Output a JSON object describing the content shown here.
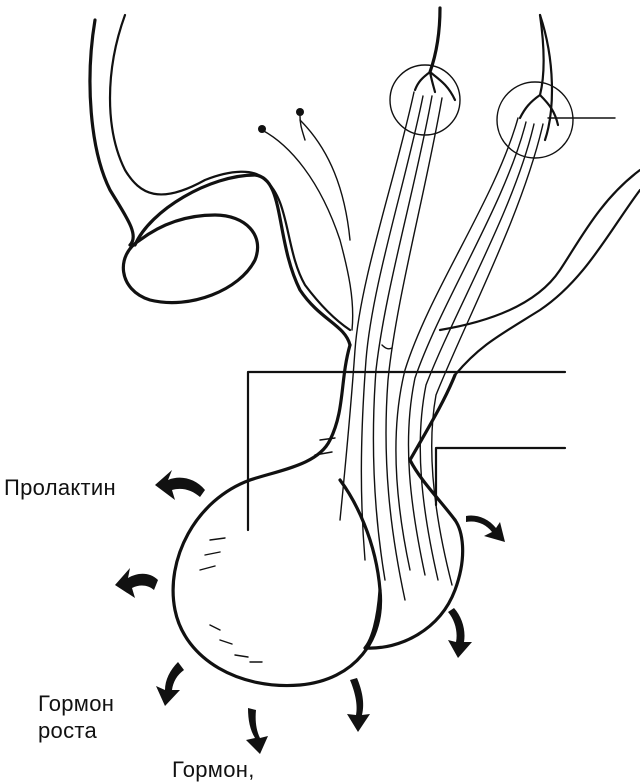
{
  "labels": {
    "prolactin": "Пролактин",
    "growth_hormone_line1": "Гормон",
    "growth_hormone_line2": "роста",
    "hormone_cut": "Гормон,"
  },
  "colors": {
    "ink": "#111111",
    "background": "#ffffff"
  }
}
